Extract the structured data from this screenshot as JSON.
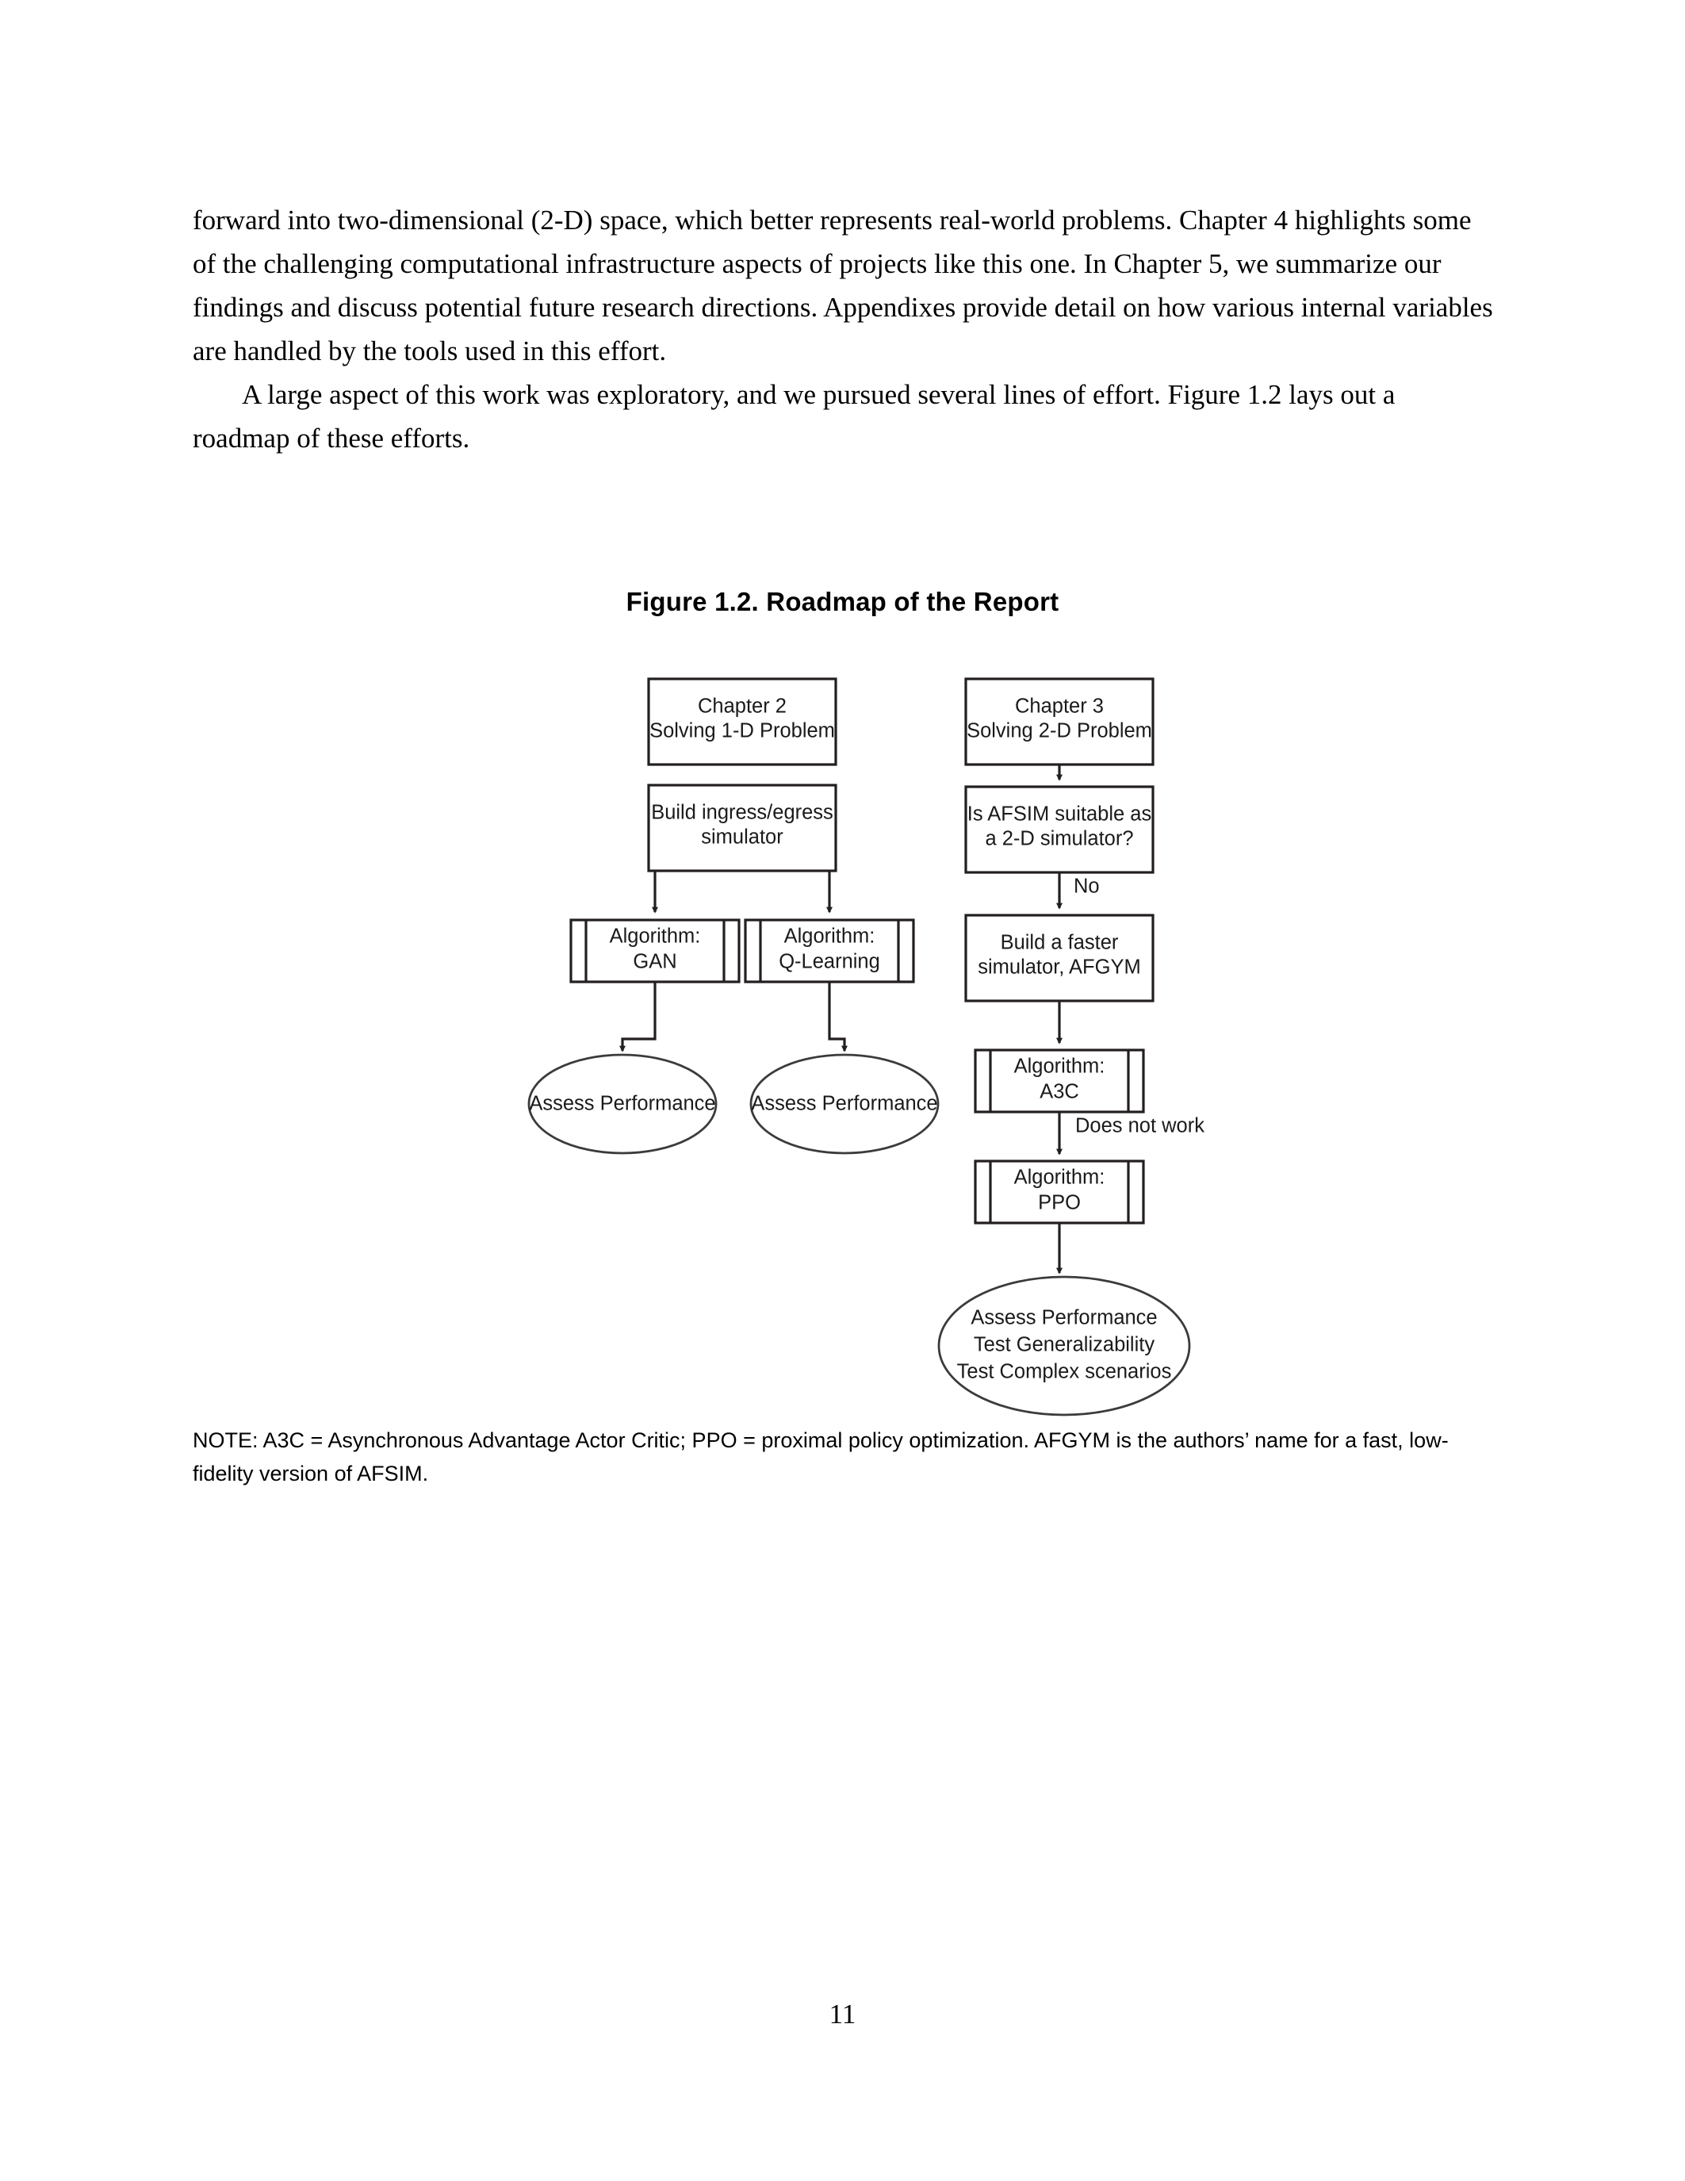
{
  "body": {
    "paragraphs": [
      "forward into two-dimensional (2-D) space, which better represents real-world problems. Chapter 4 highlights some of the challenging computational infrastructure aspects of projects like this one. In Chapter 5, we summarize our findings and discuss potential future research directions. Appendixes provide detail on how various internal variables are handled by the tools used in this effort.",
      "A large aspect of this work was exploratory, and we pursued several lines of effort. Figure 1.2 lays out a roadmap of these efforts."
    ]
  },
  "figure": {
    "title": "Figure 1.2. Roadmap of the Report",
    "note": "NOTE: A3C = Asynchronous Advantage Actor Critic; PPO = proximal policy optimization. AFGYM is the authors’ name for a fast, low-fidelity version of AFSIM.",
    "nodes": {
      "chapter2": {
        "line1": "Chapter 2",
        "line2": "Solving 1-D Problem"
      },
      "chapter3": {
        "line1": "Chapter 3",
        "line2": "Solving 2-D Problem"
      },
      "build_sim": {
        "line1": "Build ingress/egress",
        "line2": "simulator"
      },
      "afsim_question": {
        "line1": "Is AFSIM suitable as",
        "line2": "a 2-D simulator?"
      },
      "alg_gan": {
        "line1": "Algorithm:",
        "line2": "GAN"
      },
      "alg_qlearning": {
        "line1": "Algorithm:",
        "line2": "Q-Learning"
      },
      "build_afgym": {
        "line1": "Build a faster",
        "line2": "simulator, AFGYM"
      },
      "alg_a3c": {
        "line1": "Algorithm:",
        "line2": "A3C"
      },
      "alg_ppo": {
        "line1": "Algorithm:",
        "line2": "PPO"
      },
      "assess_gan": {
        "line1": "Assess Performance"
      },
      "assess_q": {
        "line1": "Assess Performance"
      },
      "assess_final": {
        "line1": "Assess Performance",
        "line2": "Test Generalizability",
        "line3": "Test Complex scenarios"
      }
    },
    "edge_labels": {
      "no": "No",
      "does_not_work": "Does not work"
    }
  },
  "page_number": "11"
}
